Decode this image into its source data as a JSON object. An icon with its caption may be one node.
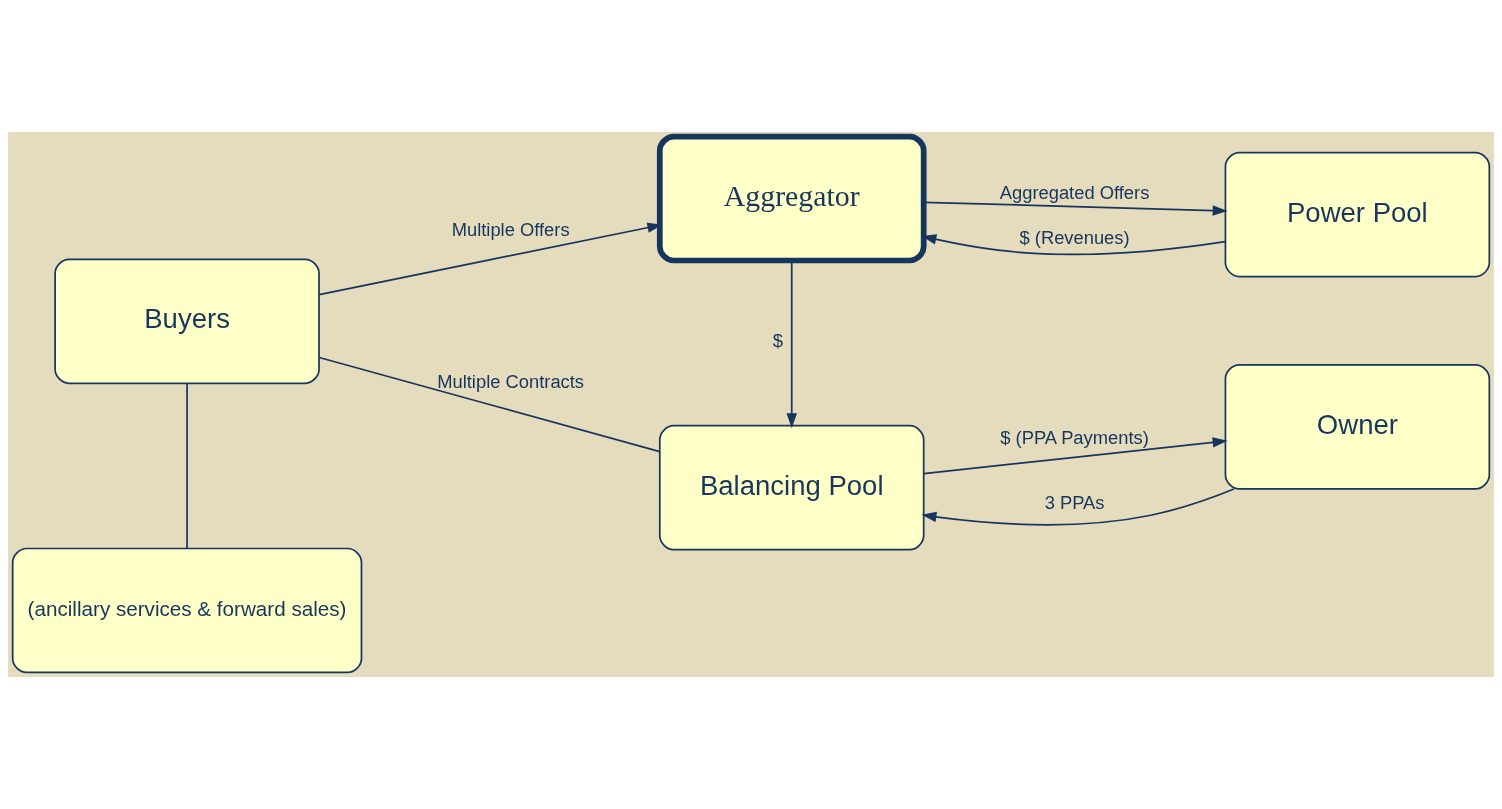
{
  "diagram": {
    "nodes": [
      {
        "text": [
          "Buyers"
        ]
      },
      {
        "text": [
          "Aggregator"
        ]
      },
      {
        "text": [
          "Power Pool"
        ]
      },
      {
        "text": [
          "Balancing Pool"
        ]
      },
      {
        "text": [
          "Owner"
        ]
      },
      {
        "text": [
          "(ancillary services & forward sales)"
        ]
      }
    ],
    "edges": [
      {
        "from": 0,
        "to": 1,
        "arrow": "to",
        "label": "Multiple Offers"
      },
      {
        "from": 1,
        "to": 2,
        "arrow": "to",
        "label": "Aggregated Offers"
      },
      {
        "from": 2,
        "to": 1,
        "arrow": "to",
        "label": "$ (Revenues)"
      },
      {
        "from": 1,
        "to": 3,
        "arrow": "to",
        "label": "$"
      },
      {
        "from": 0,
        "to": 3,
        "arrow": "none",
        "label": "Multiple Contracts"
      },
      {
        "from": 0,
        "to": 5,
        "arrow": "none"
      },
      {
        "from": 4,
        "to": 3,
        "arrow": "to",
        "label": "3 PPAs"
      },
      {
        "from": 3,
        "to": 4,
        "arrow": "to",
        "label": "$ (PPA Payments)"
      }
    ]
  }
}
